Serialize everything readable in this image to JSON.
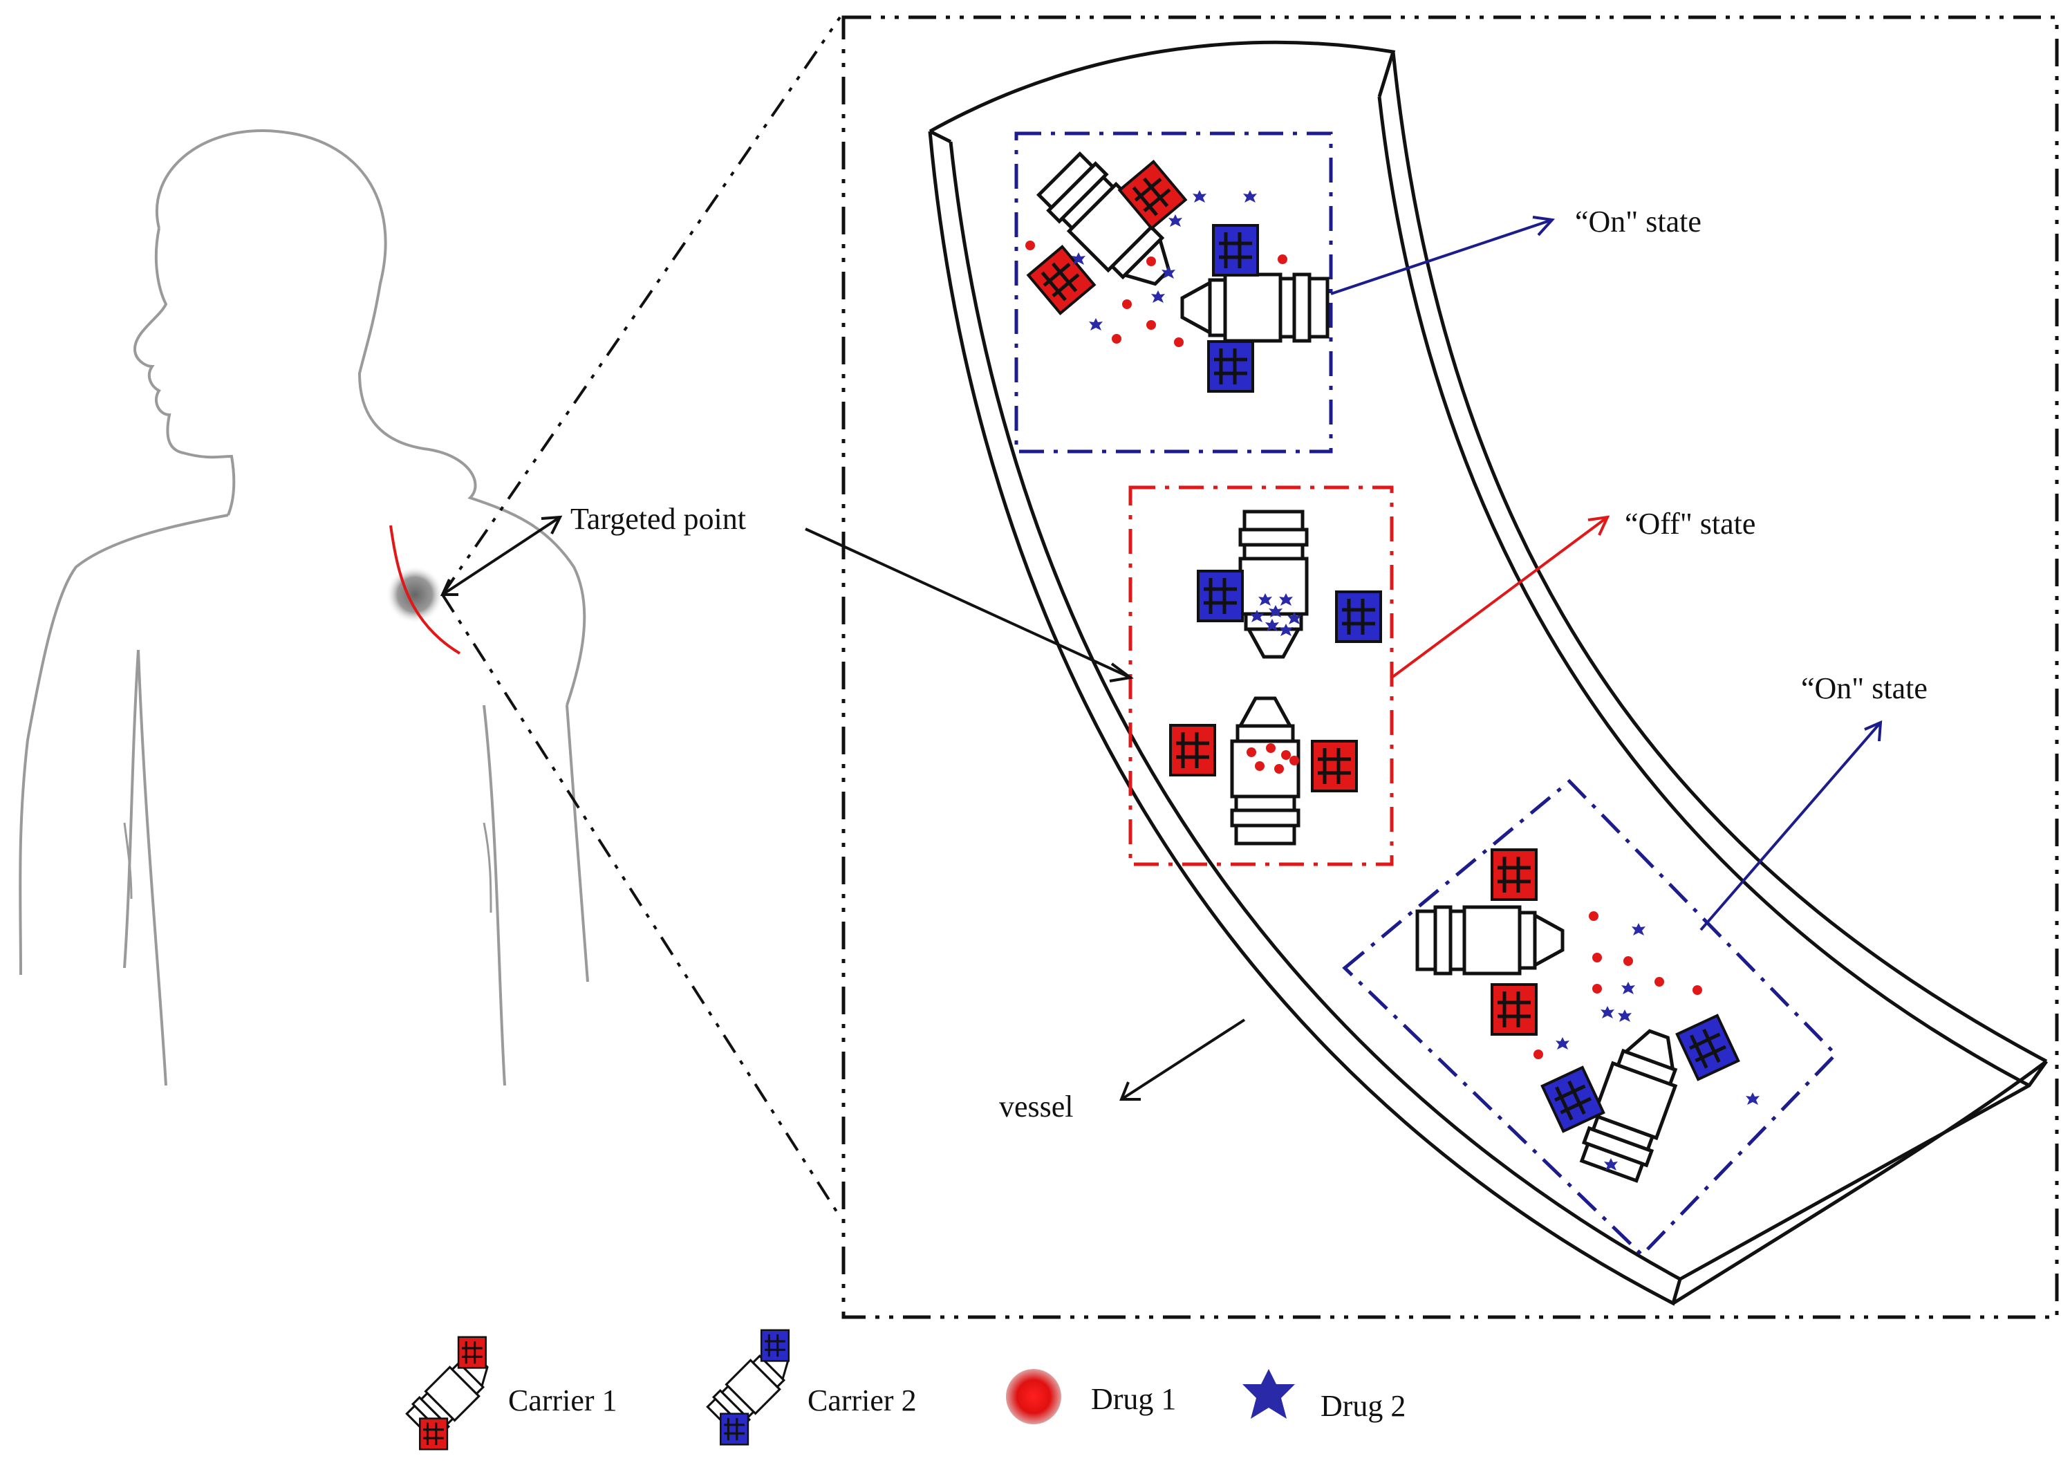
{
  "labels": {
    "targeted_point": "Targeted point",
    "on_state_top": "“On\" state",
    "off_state": "“Off\" state",
    "on_state_bottom": "“On\" state",
    "vessel": "vessel"
  },
  "legend": [
    {
      "id": "carrier1",
      "label": "Carrier 1",
      "icon": "carrier-red-icon"
    },
    {
      "id": "carrier2",
      "label": "Carrier 2",
      "icon": "carrier-blue-icon"
    },
    {
      "id": "drug1",
      "label": "Drug 1",
      "icon": "red-dot-icon"
    },
    {
      "id": "drug2",
      "label": "Drug 2",
      "icon": "blue-star-icon"
    }
  ],
  "colors": {
    "drug1": "#e01818",
    "drug2": "#2a2aa8",
    "on_box": "#1c1c8c",
    "off_box": "#e01818",
    "outline": "#111111",
    "body_outline": "#9a9a9a"
  }
}
